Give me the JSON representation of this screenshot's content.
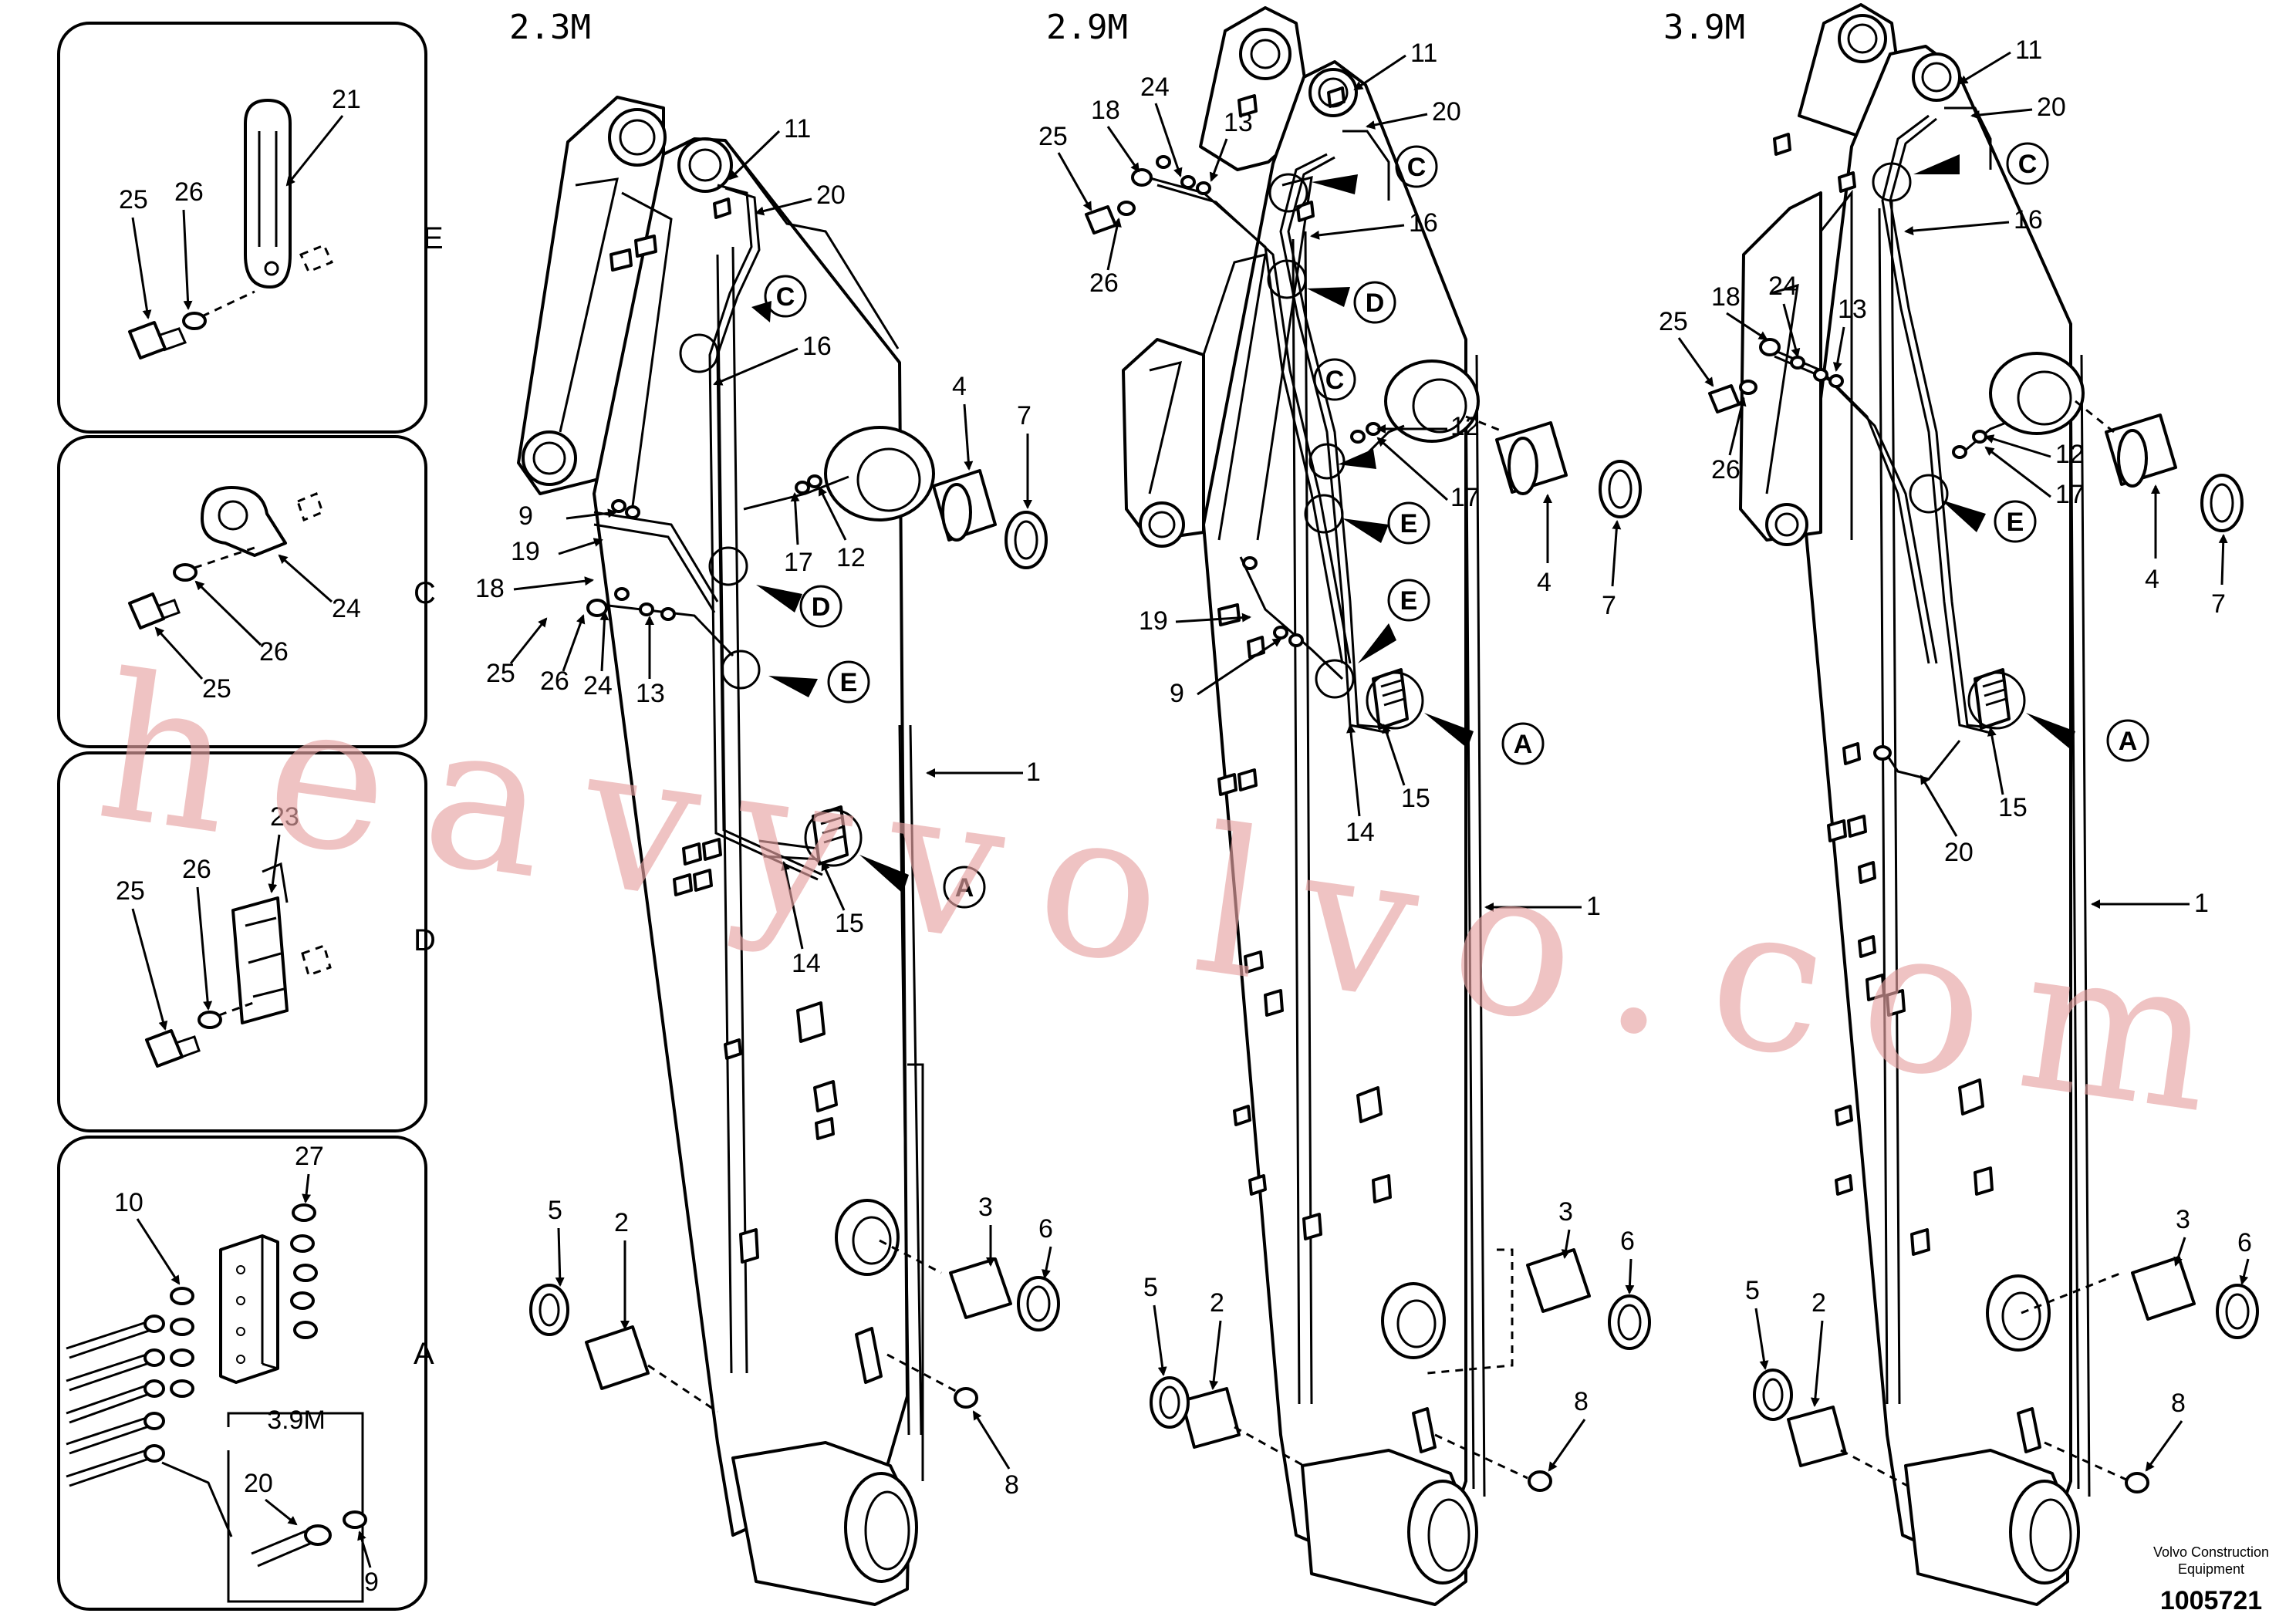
{
  "titles": {
    "v1": "2.3M",
    "v2": "2.9M",
    "v3": "3.9M"
  },
  "inset_letters": {
    "e": "E",
    "c": "C",
    "d": "D",
    "a": "A"
  },
  "inset_sub_label": "3.9M",
  "ref_letters": {
    "a": "A",
    "c": "C",
    "d": "D",
    "e": "E"
  },
  "callouts": {
    "n1": "1",
    "n2": "2",
    "n3": "3",
    "n4": "4",
    "n5": "5",
    "n6": "6",
    "n7": "7",
    "n8": "8",
    "n9": "9",
    "n10": "10",
    "n11": "11",
    "n12": "12",
    "n13": "13",
    "n14": "14",
    "n15": "15",
    "n16": "16",
    "n17": "17",
    "n18": "18",
    "n19": "19",
    "n20": "20",
    "n21": "21",
    "n23": "23",
    "n24": "24",
    "n25": "25",
    "n26": "26",
    "n27": "27"
  },
  "watermark": "heavyvolvo.com",
  "footer": {
    "company_line1": "Volvo Construction",
    "company_line2": "Equipment",
    "code": "1005721"
  }
}
